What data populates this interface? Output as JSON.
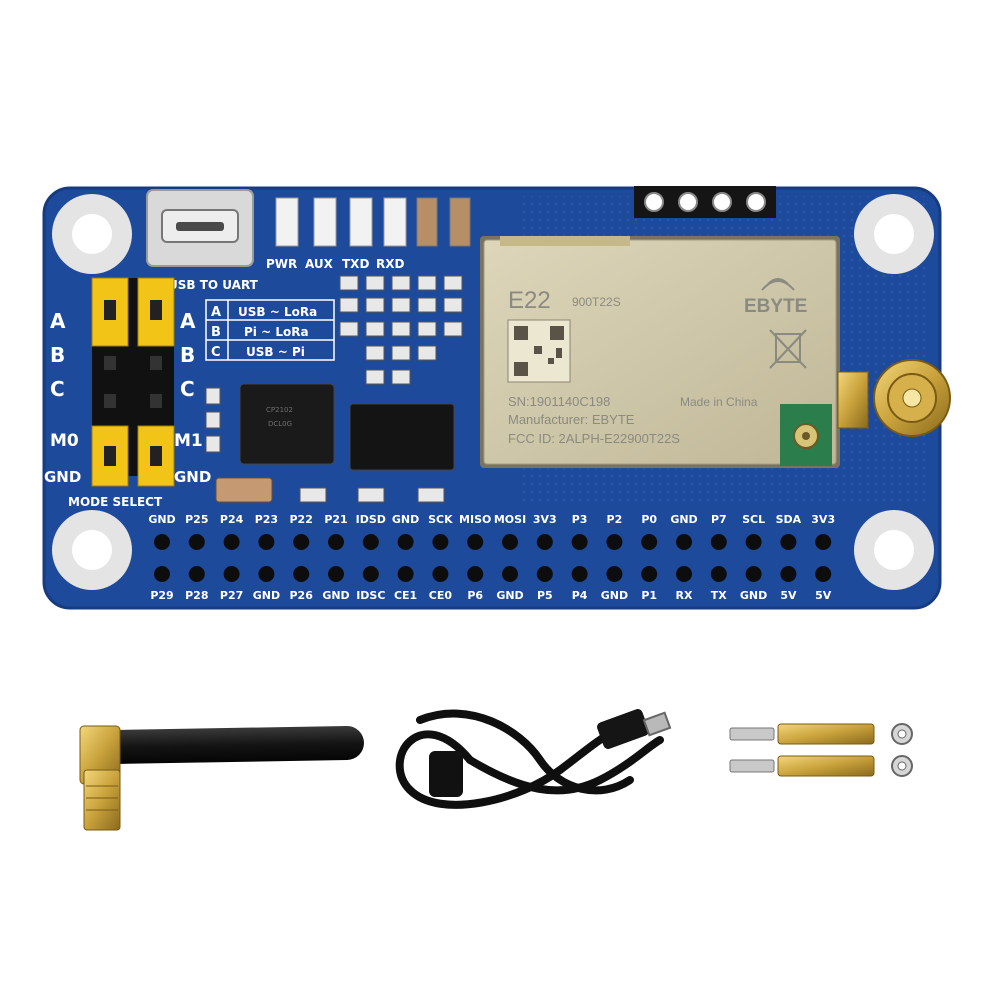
{
  "colors": {
    "pcb": "#1e4a9c",
    "pcb_edge": "#173b80",
    "silk": "#ffffff",
    "jumper": "#f2c417",
    "module": "#cfc7a8",
    "gold": "#c9a23c",
    "black": "#151515",
    "background": "#ffffff"
  },
  "board": {
    "usb_label": "USB TO UART",
    "led_labels": [
      "PWR",
      "AUX",
      "TXD",
      "RXD"
    ],
    "jumper_rows": [
      "A",
      "B",
      "C"
    ],
    "mode_table": [
      {
        "key": "A",
        "text": "USB ~ LoRa"
      },
      {
        "key": "B",
        "text": "Pi ~ LoRa"
      },
      {
        "key": "C",
        "text": "USB ~ Pi"
      }
    ],
    "m0_label": "M0",
    "m1_label": "M1",
    "gnd_left": "GND",
    "gnd_right": "GND",
    "mode_select_label": "MODE SELECT",
    "header_top_pins": [
      "GND",
      "P25",
      "P24",
      "P23",
      "P22",
      "P21",
      "IDSD",
      "GND",
      "SCK",
      "MISO",
      "MOSI",
      "3V3",
      "P3",
      "P2",
      "P0",
      "GND",
      "P7",
      "SCL",
      "SDA",
      "3V3"
    ],
    "header_bottom_pins": [
      "P29",
      "P28",
      "P27",
      "GND",
      "P26",
      "GND",
      "IDSC",
      "CE1",
      "CE0",
      "P6",
      "GND",
      "P5",
      "P4",
      "GND",
      "P1",
      "RX",
      "TX",
      "GND",
      "5V",
      "5V"
    ]
  },
  "module": {
    "model": "E22",
    "part": "900T22S",
    "brand": "EBYTE",
    "serial": "SN:1901140C198",
    "made_in": "Made in China",
    "manufacturer": "Manufacturer: EBYTE",
    "fcc": "FCC ID: 2ALPH-E22900T22S"
  },
  "accessories": [
    "antenna-icon",
    "usb-cable-icon",
    "standoff-screw-icon",
    "nut-icon"
  ]
}
